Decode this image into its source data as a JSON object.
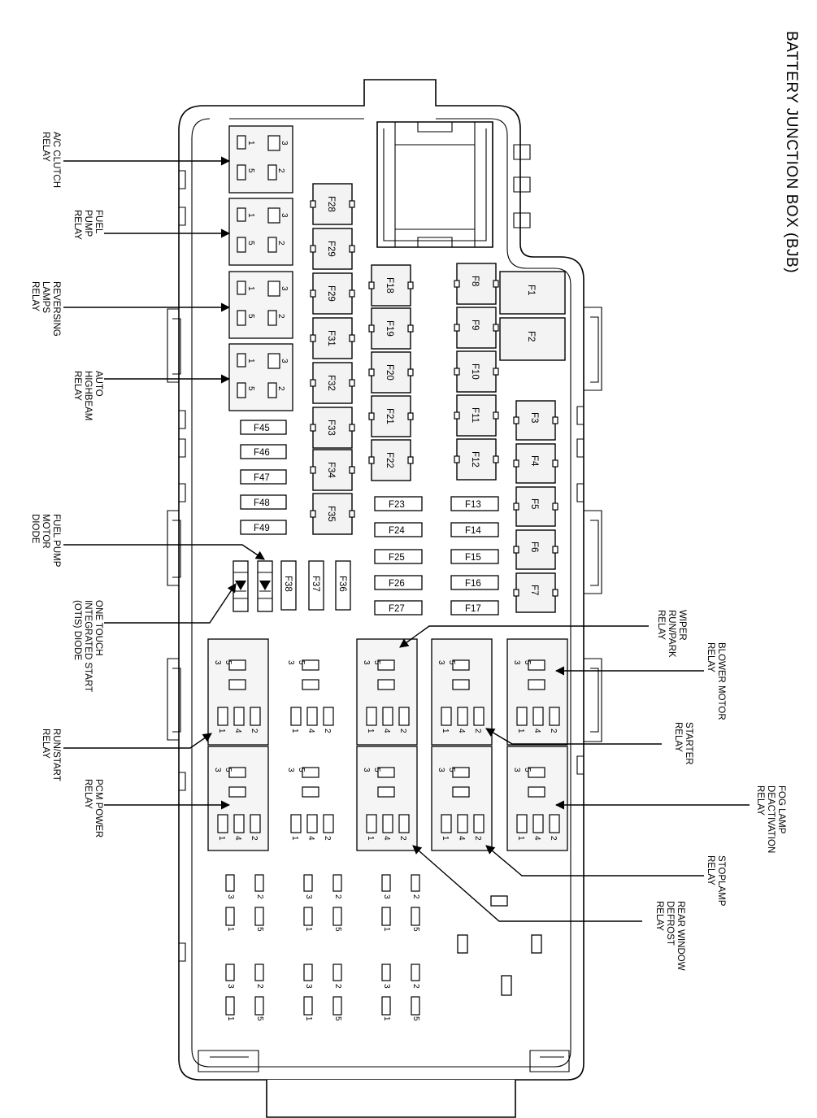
{
  "title": "BATTERY JUNCTION BOX (BJB)",
  "colors": {
    "ink": "#000000",
    "paper": "#ffffff",
    "relay_fill": "#f5f5f5"
  },
  "callouts": {
    "ac_clutch": [
      "A/C CLUTCH",
      "RELAY"
    ],
    "fuel_pump_relay": [
      "FUEL",
      "PUMP",
      "RELAY"
    ],
    "reversing_lamps": [
      "REVERSING",
      "LAMPS",
      "RELAY"
    ],
    "auto_highbeam": [
      "AUTO",
      "HIGHBEAM",
      "RELAY"
    ],
    "fuel_pump_diode": [
      "FUEL PUMP",
      "MOTOR",
      "DIODE"
    ],
    "otis_diode": [
      "ONE TOUCH",
      "INTEGRATED START",
      "(OTIS) DIODE"
    ],
    "run_start": [
      "RUN/START",
      "RELAY"
    ],
    "pcm_power": [
      "PCM POWER",
      "RELAY"
    ],
    "wiper": [
      "WIPER",
      "RUN/PARK",
      "RELAY"
    ],
    "blower_motor": [
      "BLOWER MOTOR",
      "RELAY"
    ],
    "starter": [
      "STARTER",
      "RELAY"
    ],
    "fog_lamp": [
      "FOG LAMP",
      "DEACTIVATION",
      "RELAY"
    ],
    "stoplamp": [
      "STOPLAMP",
      "RELAY"
    ],
    "rear_window": [
      "REAR WINDOW",
      "DEFROST",
      "RELAY"
    ]
  },
  "fuses": {
    "col_a": [
      "F28",
      "F29",
      "F29",
      "F31",
      "F32",
      "F33",
      "F34",
      "F35"
    ],
    "col_b": [
      "F18",
      "F19",
      "F20",
      "F21",
      "F22"
    ],
    "col_c": [
      "F8",
      "F9",
      "F10",
      "F11",
      "F12"
    ],
    "maxi": [
      "F1",
      "F2"
    ],
    "col_d": [
      "F3",
      "F4",
      "F5",
      "F6",
      "F7"
    ],
    "mini_left": [
      "F45",
      "F46",
      "F47",
      "F48",
      "F49"
    ],
    "mini_mid": [
      "F23",
      "F24",
      "F25",
      "F26",
      "F27"
    ],
    "mini_right": [
      "F13",
      "F14",
      "F15",
      "F16",
      "F17"
    ],
    "vertical": [
      "F38",
      "F37",
      "F36"
    ]
  },
  "pins": {
    "p1": "1",
    "p2": "2",
    "p3": "3",
    "p4": "4",
    "p5": "5"
  }
}
